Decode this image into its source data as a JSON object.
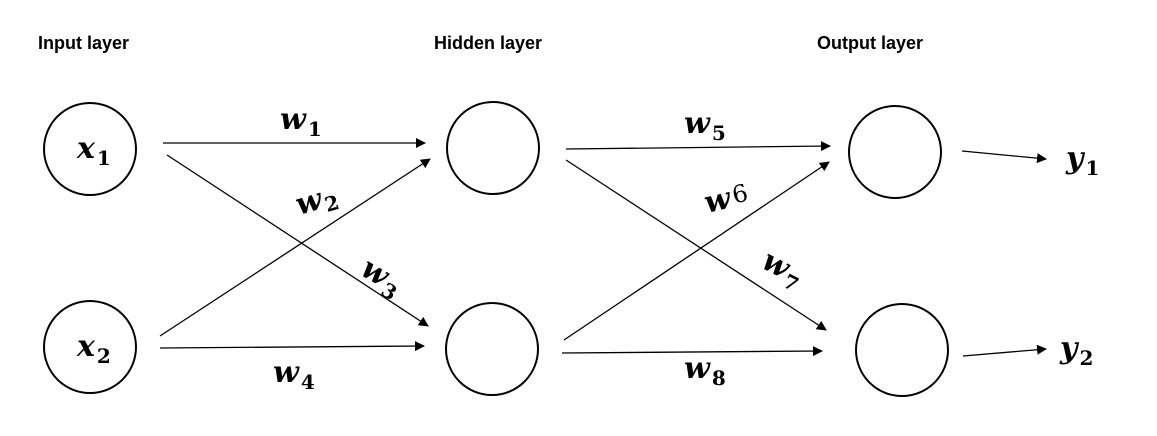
{
  "layers": {
    "input_title": "Input layer",
    "hidden_title": "Hidden layer",
    "output_title": "Output layer"
  },
  "nodes": {
    "input_1": {
      "base": "x",
      "sub": "1"
    },
    "input_2": {
      "base": "x",
      "sub": "2"
    },
    "hidden_1": {
      "base": "",
      "sub": ""
    },
    "hidden_2": {
      "base": "",
      "sub": ""
    },
    "output_1": {
      "base": "",
      "sub": ""
    },
    "output_2": {
      "base": "",
      "sub": ""
    }
  },
  "outputs": {
    "y1": {
      "base": "y",
      "sub": "1"
    },
    "y2": {
      "base": "y",
      "sub": "2"
    }
  },
  "weights": {
    "w1": {
      "base": "w",
      "sub": "1"
    },
    "w2": {
      "base": "w",
      "sub": "2"
    },
    "w3": {
      "base": "w",
      "sub": "3"
    },
    "w4": {
      "base": "w",
      "sub": "4"
    },
    "w5": {
      "base": "w",
      "sub": "5"
    },
    "w6": {
      "base": "w",
      "sub": "6"
    },
    "w7": {
      "base": "w",
      "sub": "7"
    },
    "w8": {
      "base": "w",
      "sub": "8"
    }
  },
  "colors": {
    "stroke": "#000000",
    "background": "#ffffff"
  }
}
